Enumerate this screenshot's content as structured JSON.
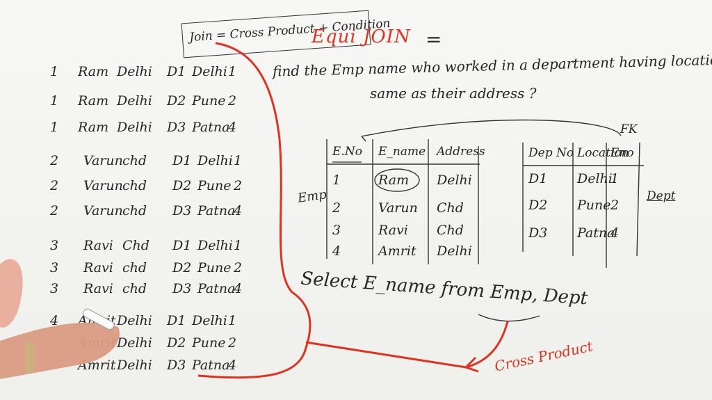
{
  "title_box": "Join = Cross Product + Condition",
  "equi_join": "Equi JOIN",
  "equals": "=",
  "question_line1": "find the Emp name who worked in a department having location",
  "question_line2": "same as their address ?",
  "fk_label": "FK",
  "emp_label": "Emp",
  "dept_label": "Dept",
  "emp_table": {
    "headers": [
      "E.No",
      "E_name",
      "Address"
    ],
    "rows": [
      [
        "1",
        "Ram",
        "Delhi"
      ],
      [
        "2",
        "Varun",
        "Chd"
      ],
      [
        "3",
        "Ravi",
        "Chd"
      ],
      [
        "4",
        "Amrit",
        "Delhi"
      ]
    ]
  },
  "dept_table": {
    "headers": [
      "Dep No",
      "Location",
      "Eno"
    ],
    "rows": [
      [
        "D1",
        "Delhi",
        "1"
      ],
      [
        "D2",
        "Pune",
        "2"
      ],
      [
        "D3",
        "Patna",
        "4"
      ]
    ]
  },
  "cross_rows": [
    [
      "1",
      "Ram",
      "Delhi",
      "D1",
      "Delhi",
      "1"
    ],
    [
      "1",
      "Ram",
      "Delhi",
      "D2",
      "Pune",
      "2"
    ],
    [
      "1",
      "Ram",
      "Delhi",
      "D3",
      "Patna",
      "4"
    ],
    [
      "2",
      "Varun",
      "chd",
      "D1",
      "Delhi",
      "1"
    ],
    [
      "2",
      "Varun",
      "chd",
      "D2",
      "Pune",
      "2"
    ],
    [
      "2",
      "Varun",
      "chd",
      "D3",
      "Patna",
      "4"
    ],
    [
      "3",
      "Ravi",
      "Chd",
      "D1",
      "Delhi",
      "1"
    ],
    [
      "3",
      "Ravi",
      "chd",
      "D2",
      "Pune",
      "2"
    ],
    [
      "3",
      "Ravi",
      "chd",
      "D3",
      "Patna",
      "4"
    ],
    [
      "4",
      "Amrit",
      "Delhi",
      "D1",
      "Delhi",
      "1"
    ],
    [
      "",
      "Amrit",
      "Delhi",
      "D2",
      "Pune",
      "2"
    ],
    [
      "",
      "Amrit",
      "Delhi",
      "D3",
      "Patna",
      "4"
    ]
  ],
  "query": "Select E_name from Emp, Dept",
  "cross_product_note": "Cross Product",
  "colors": {
    "marker_red": "#e0321c",
    "marker_black": "#262626"
  }
}
